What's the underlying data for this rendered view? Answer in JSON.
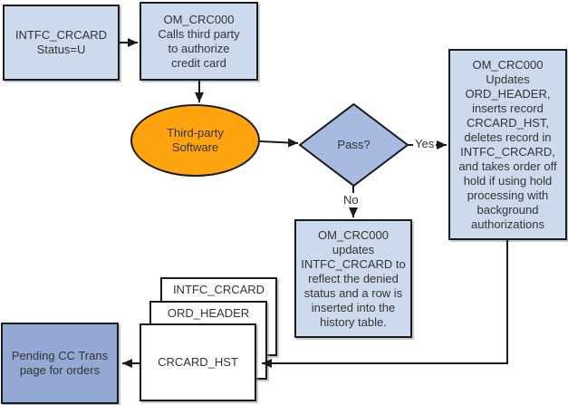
{
  "colors": {
    "light_blue": "#ccdaee",
    "decision_blue": "#a6bbdf",
    "accent_blue": "#93a9d3",
    "orange": "#ffa40e",
    "record_white": "#ffffff",
    "line_black": "#1a1a1a",
    "text": "#333333"
  },
  "nodes": {
    "start": {
      "label": "INTFC_CRCARD\nStatus=U"
    },
    "authorize": {
      "label": "OM_CRC000\nCalls third party\nto authorize\ncredit card"
    },
    "third_party": {
      "label": "Third-party\nSoftware"
    },
    "decision": {
      "label": "Pass?"
    },
    "approved": {
      "label": "OM_CRC000\nUpdates\nORD_HEADER,\ninserts record\nCRCARD_HST,\ndeletes record in\nINTFC_CRCARD,\nand takes order off\nhold if using hold\nprocessing with\nbackground\nauthorizations"
    },
    "denied": {
      "label": "OM_CRC000\nupdates\nINTFC_CRCARD to\nreflect the denied\nstatus and a row is\ninserted into the\nhistory table."
    },
    "record_intfc": {
      "label": "INTFC_CRCARD"
    },
    "record_ord_header": {
      "label": "ORD_HEADER"
    },
    "record_crcard_hst": {
      "label": "CRCARD_HST"
    },
    "pending_page": {
      "label": "Pending CC Trans\npage for orders"
    }
  },
  "edges": {
    "yes_label": "Yes",
    "no_label": "No"
  }
}
